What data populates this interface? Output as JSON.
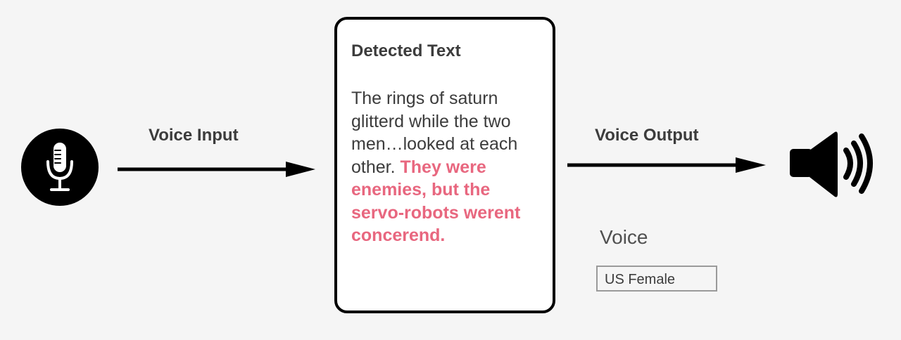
{
  "input": {
    "label": "Voice Input",
    "icon": "microphone-icon"
  },
  "output": {
    "label": "Voice Output",
    "icon": "speaker-icon"
  },
  "detected": {
    "title": "Detected Text",
    "text_plain": "The rings of saturn glitterd while the two men…looked at each other. ",
    "text_highlight": "They were enemies, but the servo-robots werent concerend.",
    "highlight_color": "#e8677f"
  },
  "voice": {
    "heading": "Voice",
    "selected": "US Female"
  }
}
